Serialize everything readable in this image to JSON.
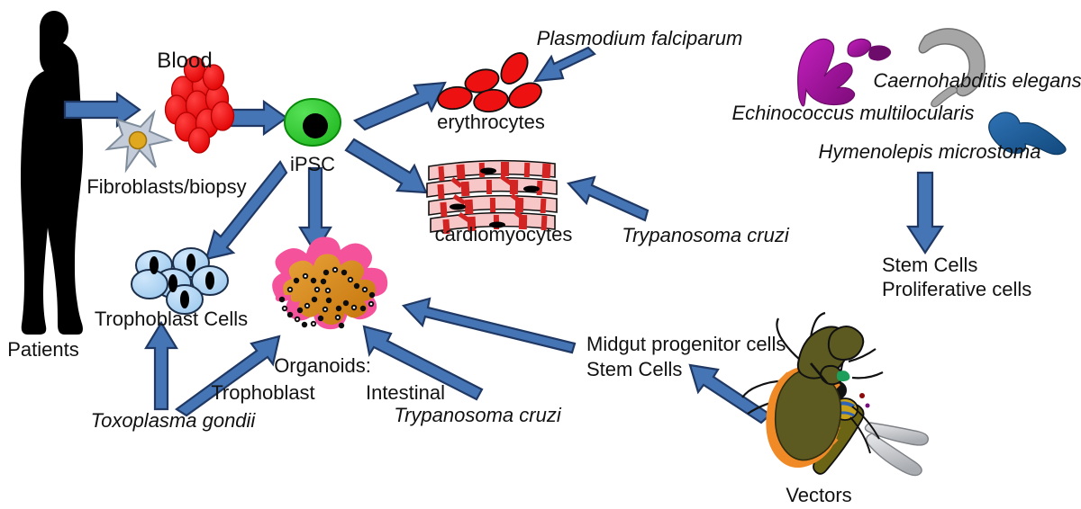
{
  "figure": {
    "type": "biomedical-flow-diagram",
    "background": "#ffffff"
  },
  "palette": {
    "arrow_fill": "#4575b4",
    "arrow_stroke": "#1f3864",
    "ipsc_green": "#2fcc2f",
    "blood_red": "#f00000",
    "erythrocyte_red": "#ee1111",
    "trophoblast_blue": "#aed6f5",
    "organoid_pink": "#f5529c",
    "organoid_orange": "#d98310",
    "cardio_red": "#d32424",
    "cardio_pink": "#f7c6c6",
    "fibroblast_gray": "#c3ccd8",
    "fibroblast_nucleus": "#e0a81e",
    "echinococcus_purple": "#a0179c",
    "celegans_gray": "#a6a6a6",
    "hymenolepis_blue": "#1f5c99",
    "bug_olive": "#5c5a20",
    "bug_orange": "#f08a26",
    "silhouette_black": "#000000"
  },
  "labels": {
    "patients": "Patients",
    "blood": "Blood",
    "fibroblasts": "Fibroblasts/biopsy",
    "ipsc": "iPSC",
    "erythrocytes": "erythrocytes",
    "cardiomyocytes": "cardiomyocytes",
    "plasmodium": "Plasmodium falciparum",
    "trypanosoma_cardio": "Trypanosoma cruzi",
    "trophoblast_cells": "Trophoblast Cells",
    "organoids": "Organoids:",
    "organoid_trophoblast": "Trophoblast",
    "organoid_intestinal": "Intestinal",
    "toxoplasma": "Toxoplasma gondii",
    "trypanosoma_intestinal": "Trypanosoma cruzi",
    "midgut_line1": "Midgut progenitor cells",
    "midgut_line2": "Stem Cells",
    "vectors": "Vectors",
    "echinococcus": "Echinococcus multilocularis",
    "celegans": "Caernohabditis elegans",
    "hymenolepis": "Hymenolepis microstoma",
    "stem_cells_line1": "Stem Cells",
    "stem_cells_line2": "Proliferative cells"
  },
  "nodes": [
    {
      "id": "patients",
      "label": "Patients",
      "kind": "human-silhouette"
    },
    {
      "id": "fibroblasts",
      "label": "Fibroblasts/biopsy",
      "kind": "star-cell"
    },
    {
      "id": "blood",
      "label": "Blood",
      "kind": "red-cell-cluster"
    },
    {
      "id": "ipsc",
      "label": "iPSC",
      "kind": "green-cell"
    },
    {
      "id": "erythrocytes",
      "label": "erythrocytes",
      "kind": "red-discs"
    },
    {
      "id": "cardiomyocytes",
      "label": "cardiomyocytes",
      "kind": "striated-fibers"
    },
    {
      "id": "trophoblast",
      "label": "Trophoblast Cells",
      "kind": "blue-cell-cluster"
    },
    {
      "id": "organoids",
      "label": "Organoids:",
      "kind": "organoid-blob"
    },
    {
      "id": "vectors",
      "label": "Vectors",
      "kind": "insect-vectors"
    },
    {
      "id": "stemcells",
      "label": "Stem Cells",
      "kind": "text-node"
    }
  ],
  "pathogens": [
    {
      "name": "Plasmodium falciparum",
      "target": "erythrocytes"
    },
    {
      "name": "Trypanosoma cruzi",
      "target": "cardiomyocytes"
    },
    {
      "name": "Toxoplasma gondii",
      "target": "Trophoblast Cells"
    },
    {
      "name": "Trypanosoma cruzi",
      "target": "Intestinal organoids"
    }
  ],
  "organisms": [
    {
      "name": "Echinococcus multilocularis",
      "color": "#a0179c"
    },
    {
      "name": "Caernohabditis elegans",
      "color": "#a6a6a6"
    },
    {
      "name": "Hymenolepis microstoma",
      "color": "#1f5c99"
    }
  ],
  "edges": [
    {
      "from": "patients",
      "to": "fibroblasts"
    },
    {
      "from": "blood",
      "to": "ipsc"
    },
    {
      "from": "ipsc",
      "to": "erythrocytes"
    },
    {
      "from": "ipsc",
      "to": "cardiomyocytes"
    },
    {
      "from": "ipsc",
      "to": "trophoblast"
    },
    {
      "from": "ipsc",
      "to": "organoids"
    },
    {
      "from": "Plasmodium falciparum",
      "to": "erythrocytes"
    },
    {
      "from": "Trypanosoma cruzi",
      "to": "cardiomyocytes"
    },
    {
      "from": "Toxoplasma gondii",
      "to": "trophoblast"
    },
    {
      "from": "Toxoplasma gondii",
      "to": "organoids"
    },
    {
      "from": "Trypanosoma cruzi",
      "to": "organoids"
    },
    {
      "from": "vectors",
      "to": "midgut"
    },
    {
      "from": "midgut",
      "to": "organoids"
    },
    {
      "from": "organisms",
      "to": "stemcells"
    }
  ]
}
